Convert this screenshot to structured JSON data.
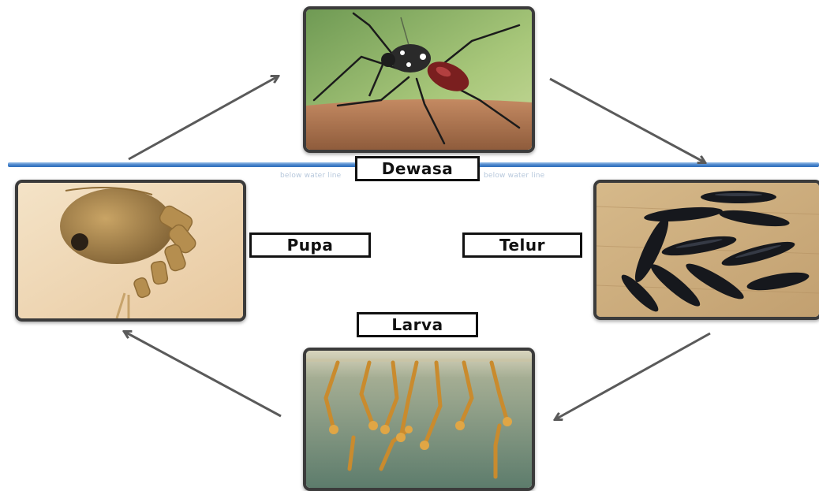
{
  "stages": {
    "adult": "Dewasa",
    "egg": "Telur",
    "larva": "Larva",
    "pupa": "Pupa"
  },
  "waterline": {
    "label": "below water line",
    "color": "#3f7cc8"
  },
  "colors": {
    "arrow": "#5a5a5a",
    "frame": "#3b3b3b",
    "label_border": "#111111"
  }
}
